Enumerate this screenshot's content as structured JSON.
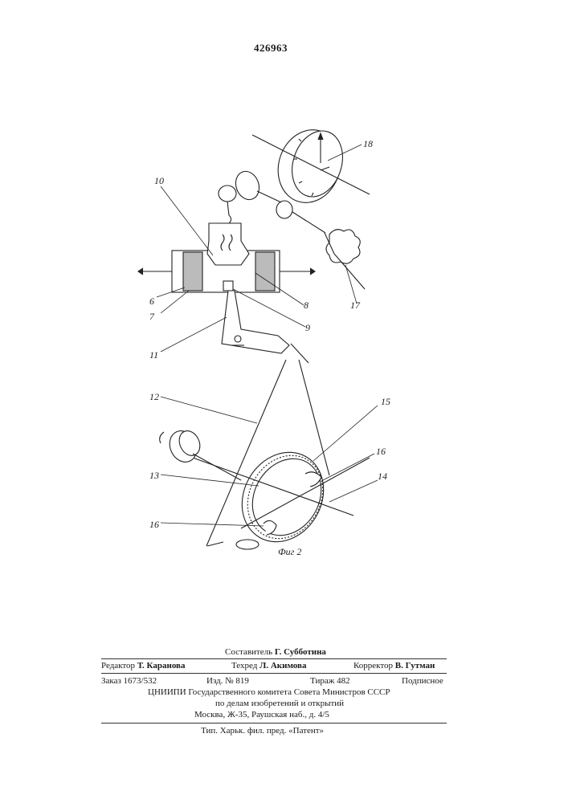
{
  "header": {
    "patent_number": "426963"
  },
  "figure": {
    "caption": "Фиг 2",
    "labels": [
      "6",
      "7",
      "8",
      "9",
      "10",
      "11",
      "12",
      "13",
      "14",
      "15",
      "16",
      "16",
      "17",
      "18"
    ]
  },
  "footer": {
    "compiler_role": "Составитель",
    "compiler_name": "Г. Субботина",
    "editor_role": "Редактор",
    "editor_name": "Т. Каранова",
    "techred_role": "Техред",
    "techred_name": "Л. Акимова",
    "corrector_role": "Корректор",
    "corrector_name": "В. Гутман",
    "order": "Заказ 1673/532",
    "edition": "Изд. № 819",
    "circulation": "Тираж 482",
    "subscription": "Подписное",
    "org_line1": "ЦНИИПИ Государственного комитета Совета Министров СССР",
    "org_line2": "по делам изобретений и открытий",
    "address": "Москва, Ж-35, Раушская наб., д. 4/5",
    "printer": "Тип. Харьк. фил. пред. «Патент»"
  }
}
